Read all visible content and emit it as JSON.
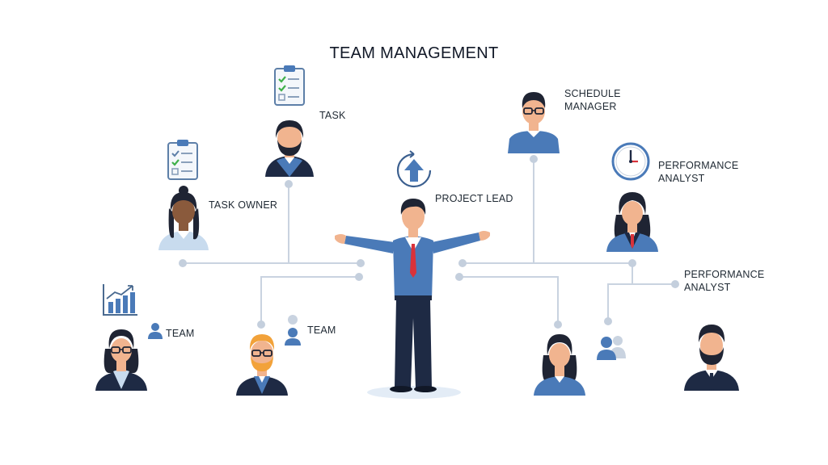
{
  "title": "TEAM MANAGEMENT",
  "labels": {
    "task": "TASK",
    "task_owner": "TASK OWNER",
    "project_lead": "PROJECT LEAD",
    "schedule_manager": "SCHEDULE\nMANAGER",
    "performance_analyst_1": "PERFORMANCE\nANALYST",
    "performance_analyst_2": "PERFORMANCE\nANALYST",
    "team_1": "TEAM",
    "team_2": "TEAM"
  },
  "icons": {
    "task": "clipboard-checklist-icon",
    "task_owner": "clipboard-checklist-icon",
    "project_lead": "circular-arrow-up-icon",
    "performance_analyst": "clock-icon",
    "team_1": "bar-chart-growth-icon",
    "team_1_small": "user-icon",
    "team_2_small": "user-icon",
    "group": "user-group-icon"
  },
  "colors": {
    "suit_blue": "#4a7ab8",
    "dark_navy": "#1e2a44",
    "connector": "#c9d3e0",
    "node_dot": "#c4cfdd",
    "tie_red": "#d9323a",
    "check_green": "#3fb04a",
    "skin": "#f1b48f",
    "hair": "#1f2433"
  }
}
